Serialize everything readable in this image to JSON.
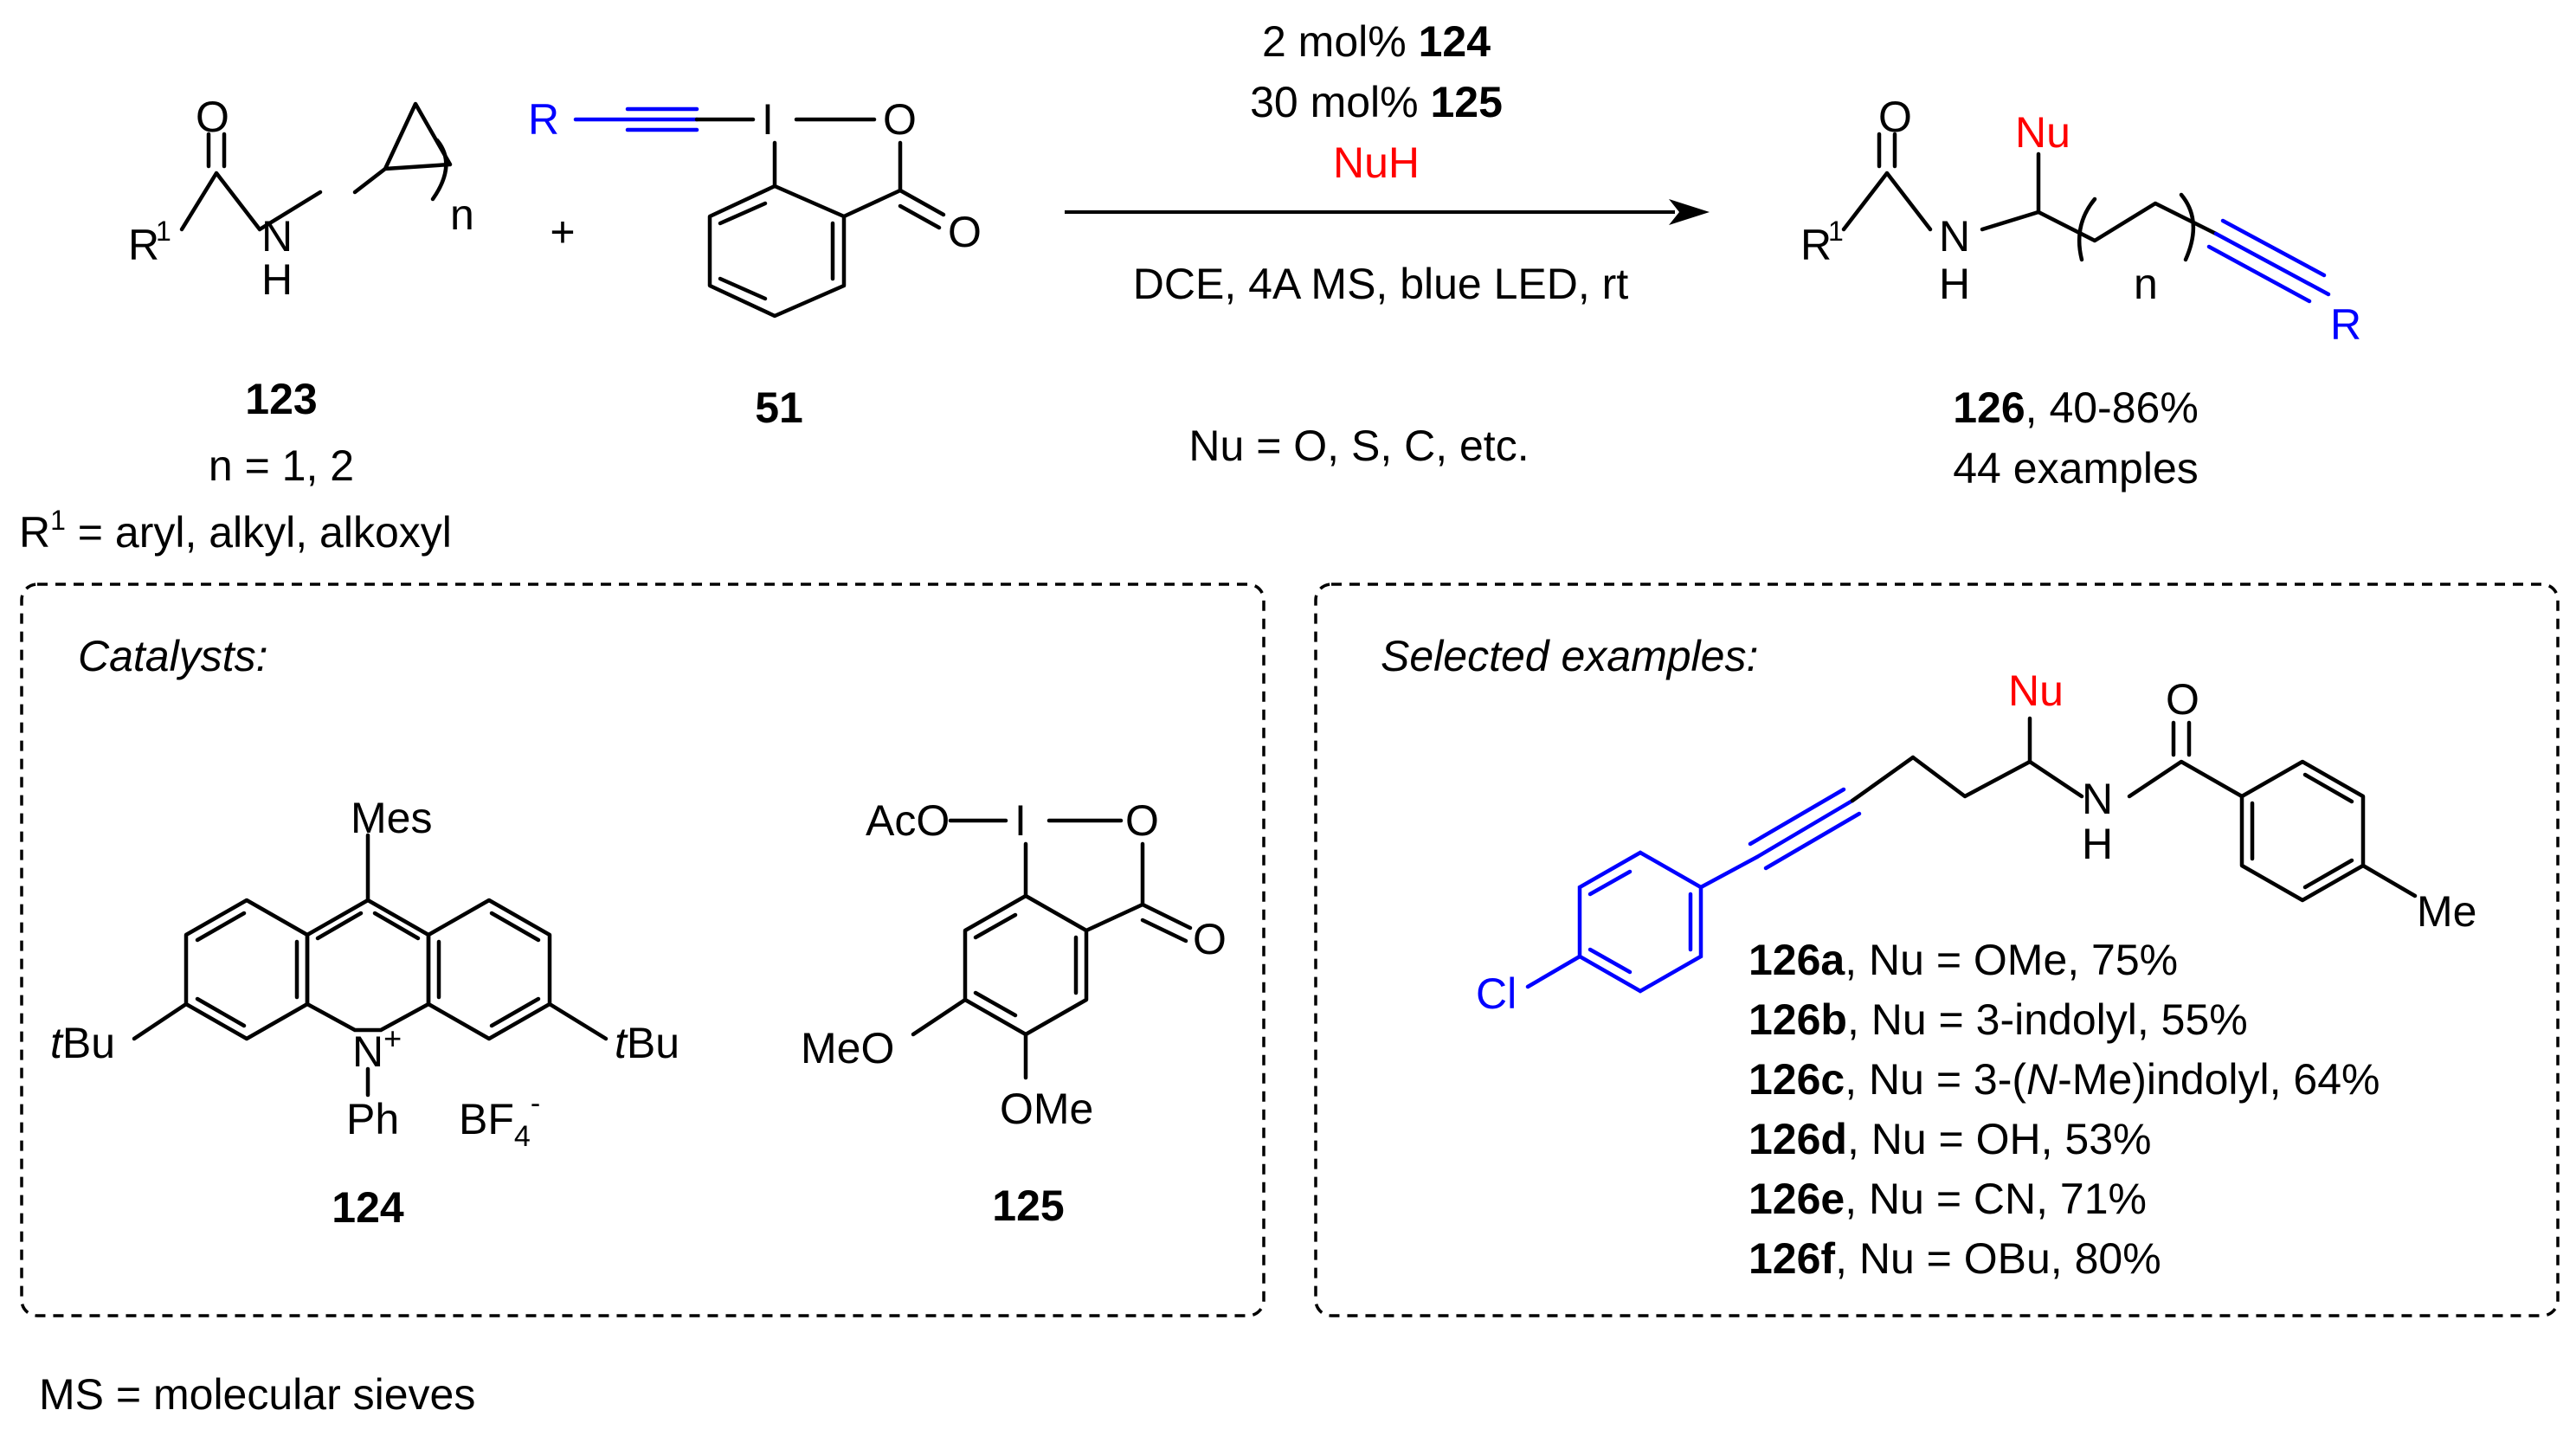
{
  "reaction": {
    "substrate_123": {
      "label": "123",
      "n_values": "n = 1, 2",
      "r1_def_prefix": "R",
      "r1_sup": "1",
      "r1_def_rest": " = aryl, alkyl, alkoxyl",
      "atoms": {
        "O": "O",
        "R": "R",
        "sup1": "1",
        "N": "N",
        "H": "H",
        "n": "n"
      }
    },
    "plus": "+",
    "reagent_51": {
      "label": "51",
      "R": "R",
      "I": "I",
      "O_ring": "O",
      "O_carbonyl": "O"
    },
    "conditions": {
      "line1_prefix": "2 mol% ",
      "line1_bold": "124",
      "line2_prefix": "30 mol% ",
      "line2_bold": "125",
      "line3_red": "NuH",
      "below_arrow": "DCE, 4A MS, blue LED, rt",
      "nu_def": "Nu = O, S, C, etc."
    },
    "product_126": {
      "label_bold": "126",
      "yield": ", 40-86%",
      "examples": "44 examples",
      "atoms": {
        "O": "O",
        "R1": "R",
        "sup1": "1",
        "N": "N",
        "H": "H",
        "Nu": "Nu",
        "n": "n",
        "R": "R"
      }
    }
  },
  "catalysts_box": {
    "title": "Catalysts:",
    "cat_124": {
      "label": "124",
      "Mes": "Mes",
      "tBu_left_t": "t",
      "tBu_left_rest": "Bu",
      "tBu_right_t": "t",
      "tBu_right_rest": "Bu",
      "N": "N",
      "plus_sup": "+",
      "Ph": "Ph",
      "BF": "BF",
      "sub4": "4",
      "minus_sup": "-"
    },
    "cat_125": {
      "label": "125",
      "AcO": "AcO",
      "I": "I",
      "O_ring": "O",
      "O_carbonyl": "O",
      "MeO": "MeO",
      "OMe": "OMe"
    }
  },
  "examples_box": {
    "title": "Selected examples:",
    "structure": {
      "Nu": "Nu",
      "O": "O",
      "N": "N",
      "H": "H",
      "Me": "Me",
      "Cl": "Cl"
    },
    "entries": [
      {
        "id": "126a",
        "text": ", Nu = OMe, 75%"
      },
      {
        "id": "126b",
        "text": ", Nu = 3-indolyl, 55%"
      },
      {
        "id": "126c",
        "text_pre": ", Nu = 3-(",
        "text_italic": "N",
        "text_post": "-Me)indolyl, 64%"
      },
      {
        "id": "126d",
        "text": ", Nu = OH, 53%"
      },
      {
        "id": "126e",
        "text": ", Nu = CN, 71%"
      },
      {
        "id": "126f",
        "text": ", Nu = OBu, 80%"
      }
    ]
  },
  "footnote": "MS = molecular sieves",
  "colors": {
    "blue": "#0000ff",
    "red": "#ff0000",
    "black": "#000000"
  }
}
